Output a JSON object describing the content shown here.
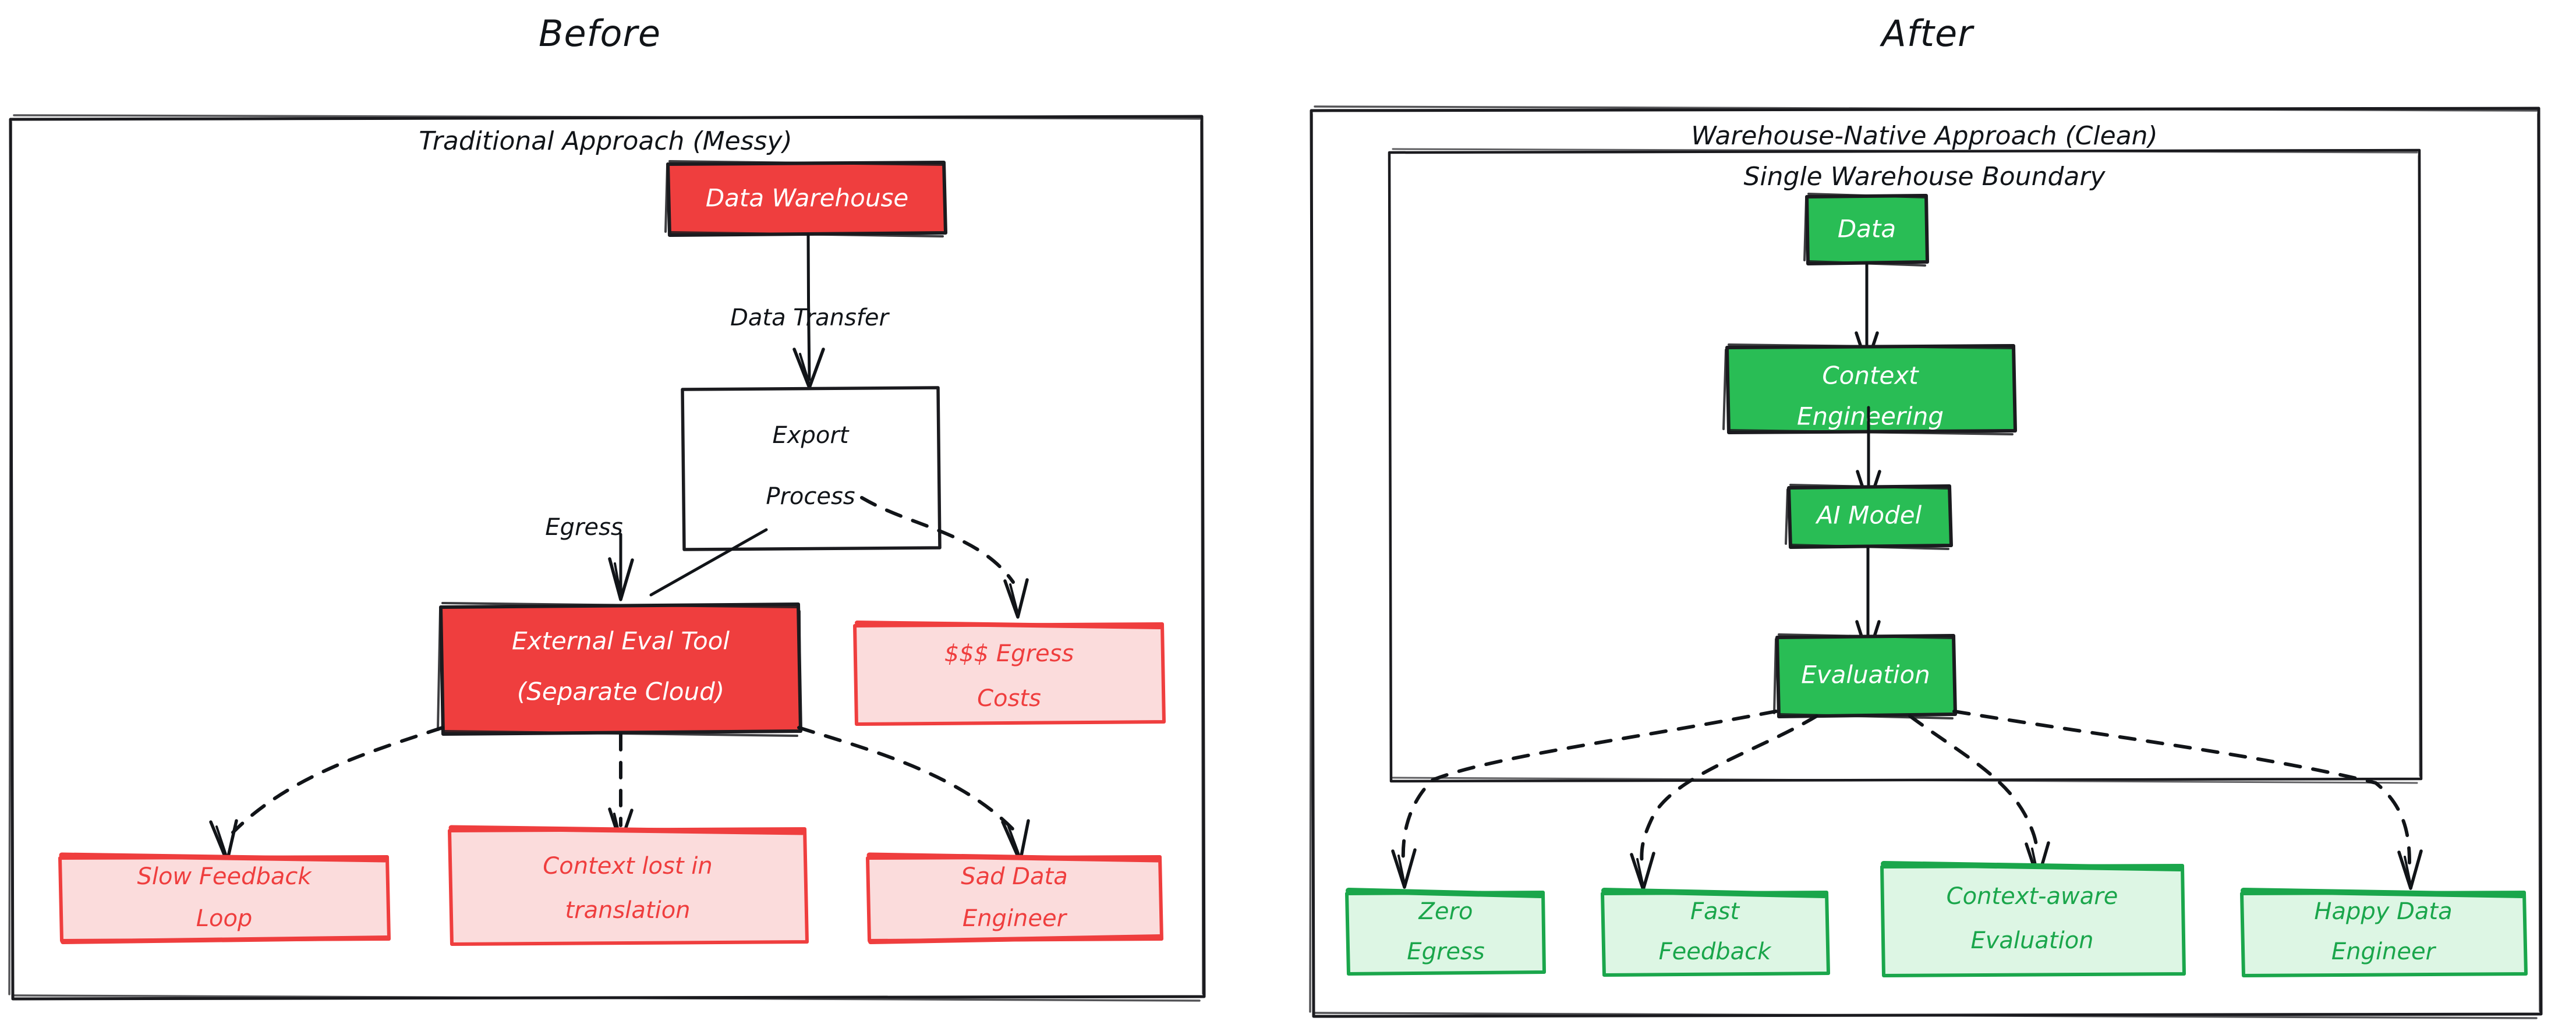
{
  "titles": {
    "before": "Before",
    "after": "After"
  },
  "left_panel": {
    "group_label": "Traditional Approach (Messy)",
    "nodes": [
      {
        "id": "data-warehouse",
        "label": "Data Warehouse",
        "style": "red-solid"
      },
      {
        "id": "export-process",
        "line1": "Export",
        "line2": "Process",
        "style": "plain"
      },
      {
        "id": "external-eval",
        "line1": "External Eval Tool",
        "line2": "(Separate Cloud)",
        "style": "red-solid"
      },
      {
        "id": "egress-costs",
        "line1": "$$$ Egress",
        "line2": "Costs",
        "style": "red-soft"
      },
      {
        "id": "slow-feedback",
        "line1": "Slow Feedback",
        "line2": "Loop",
        "style": "red-soft"
      },
      {
        "id": "context-lost",
        "line1": "Context lost in",
        "line2": "translation",
        "style": "red-soft"
      },
      {
        "id": "sad-engineer",
        "line1": "Sad Data",
        "line2": "Engineer",
        "style": "red-soft"
      }
    ],
    "edge_labels": {
      "data_transfer": "Data Transfer",
      "egress": "Egress"
    }
  },
  "right_panel": {
    "group_label": "Warehouse-Native Approach (Clean)",
    "boundary_label": "Single Warehouse Boundary",
    "nodes": [
      {
        "id": "data",
        "label": "Data",
        "style": "green-solid"
      },
      {
        "id": "context-eng",
        "line1": "Context",
        "line2": "Engineering",
        "style": "green-solid"
      },
      {
        "id": "ai-model",
        "label": "AI Model",
        "style": "green-solid"
      },
      {
        "id": "evaluation",
        "label": "Evaluation",
        "style": "green-solid"
      },
      {
        "id": "zero-egress",
        "line1": "Zero",
        "line2": "Egress",
        "style": "green-soft"
      },
      {
        "id": "fast-feedback",
        "line1": "Fast",
        "line2": "Feedback",
        "style": "green-soft"
      },
      {
        "id": "context-aware",
        "line1": "Context-aware",
        "line2": "Evaluation",
        "style": "green-soft"
      },
      {
        "id": "happy-engineer",
        "line1": "Happy Data",
        "line2": "Engineer",
        "style": "green-soft"
      }
    ]
  },
  "colors": {
    "red_solid": "#ef3e3e",
    "red_soft_fill": "#fbdcdc",
    "red_stroke": "#ef3e3e",
    "green_solid": "#29bd55",
    "green_soft_fill": "#ddf6e4",
    "green_stroke": "#1aa64b",
    "ink": "#111418",
    "background": "#ffffff"
  }
}
